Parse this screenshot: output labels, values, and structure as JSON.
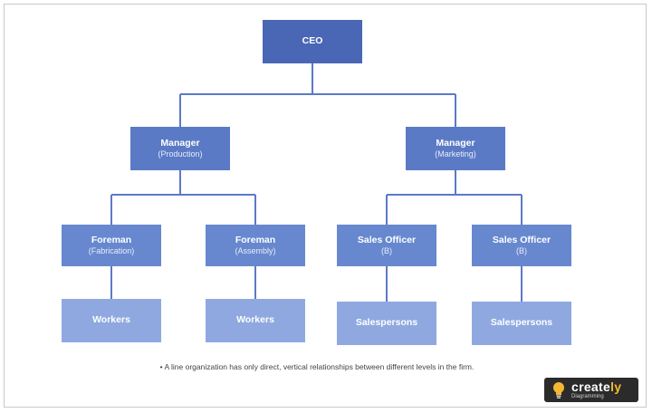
{
  "nodes": {
    "ceo": {
      "title": "CEO"
    },
    "manager_production": {
      "title": "Manager",
      "sub": "(Production)"
    },
    "manager_marketing": {
      "title": "Manager",
      "sub": "(Marketing)"
    },
    "foreman_fabrication": {
      "title": "Foreman",
      "sub": "(Fabrication)"
    },
    "foreman_assembly": {
      "title": "Foreman",
      "sub": "(Assembly)"
    },
    "sales_officer_1": {
      "title": "Sales Officer",
      "sub": "(B)"
    },
    "sales_officer_2": {
      "title": "Sales Officer",
      "sub": "(B)"
    },
    "workers_1": {
      "title": "Workers"
    },
    "workers_2": {
      "title": "Workers"
    },
    "salespersons_1": {
      "title": "Salespersons"
    },
    "salespersons_2": {
      "title": "Salespersons"
    }
  },
  "note": "• A line organization has only direct, vertical relationships between different levels in the firm.",
  "logo": {
    "name_prefix": "create",
    "name_accent": "ly",
    "tagline": "Diagramming"
  },
  "colors": {
    "level1": "#4a67b5",
    "level2": "#5b7ac6",
    "level3": "#6788cf",
    "level4": "#8fa9e0",
    "connector": "#5b7ac6",
    "logo_bg": "#2b2b2b",
    "logo_accent": "#f5b731"
  }
}
